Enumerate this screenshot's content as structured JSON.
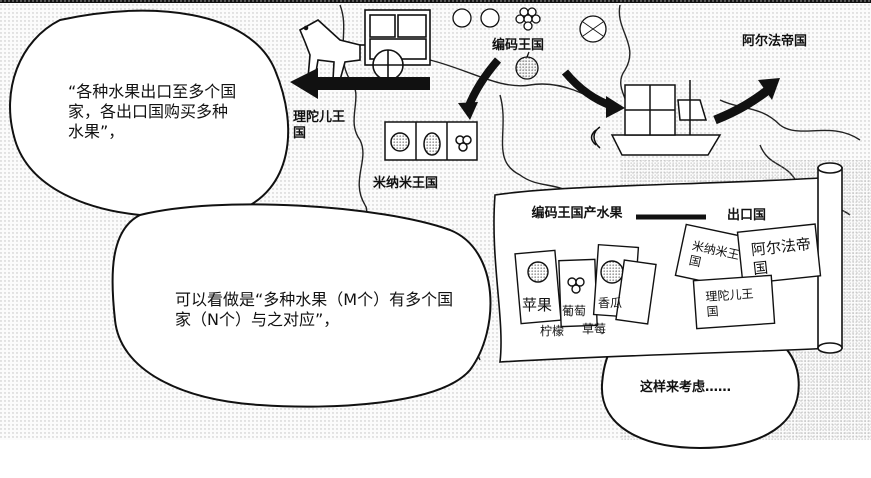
{
  "bubbles": {
    "top_left": "“各种水果出口至多个国家，各出口国购买多种水果”，",
    "middle": "可以看做是“多种水果（M个）有多个国家（N个）与之对应”，",
    "bottom_right": "这样来考虑……"
  },
  "map": {
    "kingdom_center": "编码王国",
    "kingdom_right": "阿尔法帝国",
    "kingdom_left": "理陀儿王国",
    "kingdom_bottom": "米纳米王国"
  },
  "scroll": {
    "left_title": "编码王国产水果",
    "right_title": "出口国",
    "fruits": [
      "苹果",
      "葡萄",
      "香瓜",
      "柠檬",
      "草莓"
    ],
    "countries": [
      "米纳米王国",
      "阿尔法帝国",
      "理陀儿王国"
    ]
  },
  "colors": {
    "ink": "#111111",
    "paper": "#ffffff",
    "halftone": "#d9d9d9",
    "watermark": "#c8c8c8"
  },
  "icons": [
    "horse-icon",
    "cart-icon",
    "ship-icon",
    "fruit-crate-icon",
    "arrow-icon",
    "apple-icon",
    "grape-icon",
    "melon-icon",
    "lemon-icon",
    "strawberry-icon",
    "scroll-icon"
  ]
}
